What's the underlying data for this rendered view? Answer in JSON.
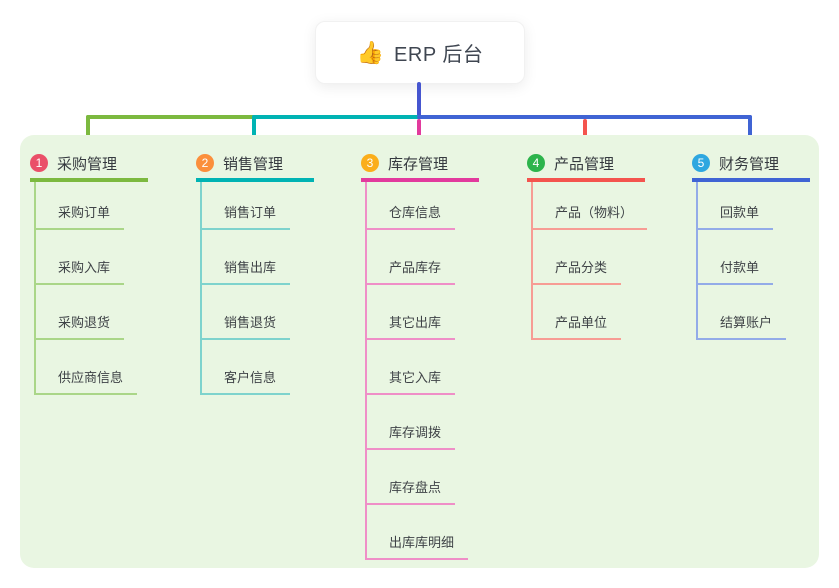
{
  "root": {
    "emoji": "👍",
    "label": "ERP 后台",
    "connector_color": "#4656d0"
  },
  "panel": {
    "background": "#e9f6e2"
  },
  "branches": [
    {
      "number": "1",
      "label": "采购管理",
      "color": "#7cb93f",
      "light_color": "#aad688",
      "badge_color": "#ea5069",
      "children": [
        "采购订单",
        "采购入库",
        "采购退货",
        "供应商信息"
      ]
    },
    {
      "number": "2",
      "label": "销售管理",
      "color": "#00b3b3",
      "light_color": "#7ed3cd",
      "badge_color": "#fb8f3c",
      "children": [
        "销售订单",
        "销售出库",
        "销售退货",
        "客户信息"
      ]
    },
    {
      "number": "3",
      "label": "库存管理",
      "color": "#e23a9d",
      "light_color": "#ef8ec7",
      "badge_color": "#fbae1b",
      "children": [
        "仓库信息",
        "产品库存",
        "其它出库",
        "其它入库",
        "库存调拨",
        "库存盘点",
        "出库库明细"
      ]
    },
    {
      "number": "4",
      "label": "产品管理",
      "color": "#f4544e",
      "light_color": "#f79c94",
      "badge_color": "#2db44c",
      "children": [
        "产品（物料）",
        "产品分类",
        "产品单位"
      ]
    },
    {
      "number": "5",
      "label": "财务管理",
      "color": "#4064d4",
      "light_color": "#93abe8",
      "badge_color": "#2ea7e0",
      "children": [
        "回款单",
        "付款单",
        "结算账户"
      ]
    }
  ]
}
